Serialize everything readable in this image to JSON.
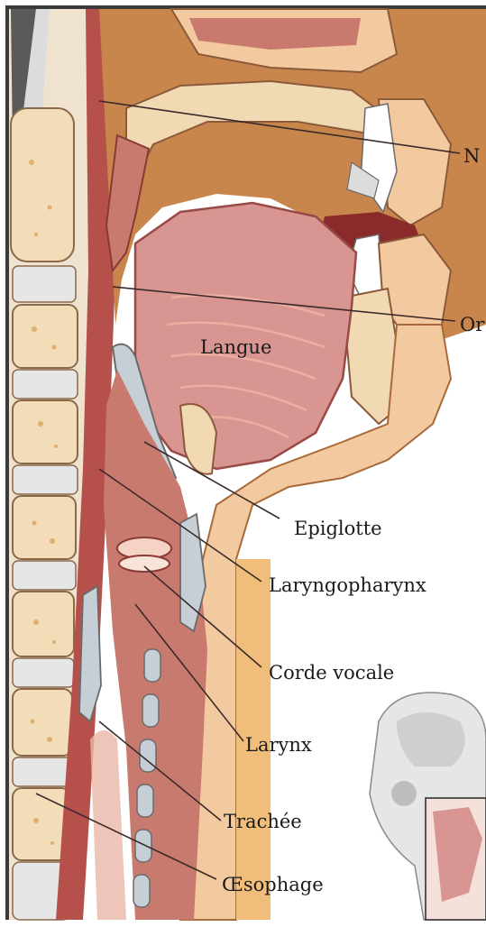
{
  "labels": {
    "nasopharynx": "N",
    "oropharynx": "Or",
    "tongue": "Langue",
    "epiglottis": "Epiglotte",
    "laryngopharynx": "Laryngopharynx",
    "vocal_cord": "Corde vocale",
    "larynx": "Larynx",
    "trachea": "Trachée",
    "esophagus": "Œsophage"
  },
  "colors": {
    "muscle_dark": "#b5504a",
    "muscle_mid": "#c97a6e",
    "tongue": "#d99592",
    "tongue_stripe": "#f0b7a6",
    "skin": "#f3c9a0",
    "skin_dark": "#e3a56d",
    "bone": "#f1d9b4",
    "bone_speckle": "#d9a25a",
    "cartilage": "#c7cfd6",
    "airway": "#f4d2c4",
    "tan": "#c8864d"
  }
}
